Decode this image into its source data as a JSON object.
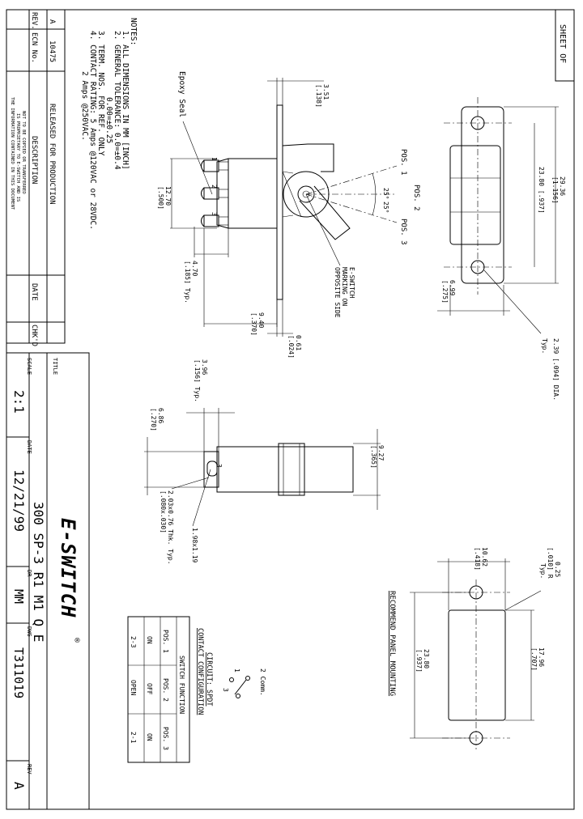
{
  "sheet_label": "SHEET OF",
  "notes": {
    "heading": "NOTES:",
    "lines": [
      "1. ALL DIMENSIONS IN MM [INCH]",
      "2. GENERAL TOLERANCE: 0.0=±0.4",
      "0.00=±0.25",
      "3. TERM. NOS. FOR REF. ONLY",
      "4. CONTACT RATING: 5 Amps @120VAC or 28VDC.",
      "2 Amps @250VAC."
    ]
  },
  "revision_block": {
    "headers": [
      "REV.",
      "ECN No.",
      "DESCRIPTION",
      "DATE",
      "CHK'D"
    ],
    "rows": [
      [
        "A",
        "10475",
        "RELEASED FOR PRODUCTION",
        "",
        ""
      ]
    ]
  },
  "proprietary": [
    "THE INFORMATION CONTAINED IN THIS DOCUMENT",
    "IS PROPRIETARY TO E-SWITCH AND IS",
    "NOT TO BE COPIED OR TRANSFERRED"
  ],
  "title_block": {
    "title_label": "TITLE",
    "title_value": "300 SP-3 R1 M1 Q E",
    "logo": "E-SWITCH",
    "logo_mark": "®",
    "scale_label": "SCALE",
    "scale_value": "2:1",
    "date_label": "DATE",
    "date_value": "12/21/99",
    "dr_label": "DR",
    "dr_value": "MM",
    "dwg_label": "DWG",
    "dwg_value": "T311019",
    "rev_label": "REV",
    "rev_value": "A"
  },
  "side_view": {
    "epoxy_label": "Epoxy Seal",
    "dim_351": "3.51",
    "dim_351_in": "[.138]",
    "dim_1270": "12.70",
    "dim_1270_in": "[.500]",
    "dim_470": "4.70",
    "dim_470_in": "[.185] Typ.",
    "dim_940": "9.40",
    "dim_940_in": "[.370]",
    "dim_061": "0.61",
    "dim_061_in": "[.024]",
    "pos1": "POS. 1",
    "pos2": "POS. 2",
    "pos3": "POS. 3",
    "angle": "25°",
    "angle2": "25°",
    "marking": [
      "E-SWITCH",
      "MARKING ON",
      "OPPOSITE SIDE"
    ],
    "term_numbers": [
      "1",
      "2",
      "3"
    ]
  },
  "top_view": {
    "dim_2936": "29.36",
    "dim_2936_in": "[1.156]",
    "dim_2380": "23.80 [.937]",
    "dim_699": "6.99",
    "dim_699_in": "[.275]",
    "dim_239": "2.39 [.094] DIA.",
    "dim_239_typ": "Typ."
  },
  "end_view": {
    "dim_396": "3.96",
    "dim_396_in": "[.156] Typ.",
    "dim_686": "6.86",
    "dim_686_in": "[.270]",
    "dim_927": "9.27",
    "dim_927_in": "[.365]",
    "dim_203": "2.03x0.76 Thk. Typ.",
    "dim_203_in": "[.080x.030]",
    "dim_198": "1.98x1.19",
    "term": "3"
  },
  "panel": {
    "title": "RECOMMEND PANEL MOUNTING",
    "dim_025": "0.25",
    "dim_025_in": "[.010] R",
    "dim_025_typ": "Typ.",
    "dim_1062": "10.62",
    "dim_1062_in": "[.418]",
    "dim_2380": "23.80",
    "dim_2380_in": "[.937]",
    "dim_1796": "17.96",
    "dim_1796_in": "[.707]"
  },
  "circuit": {
    "title": "CIRCUIT: SPDT",
    "subtitle": "CONTACT CONFIGURATION",
    "comm": "2 Comm.",
    "t1": "1",
    "t3": "3",
    "table_title": "SWITCH FUNCTION",
    "headers": [
      "POS. 1",
      "POS. 2",
      "POS. 3"
    ],
    "row1": [
      "ON",
      "OFF",
      "ON"
    ],
    "row2": [
      "2-3",
      "OPEN",
      "2-1"
    ]
  }
}
